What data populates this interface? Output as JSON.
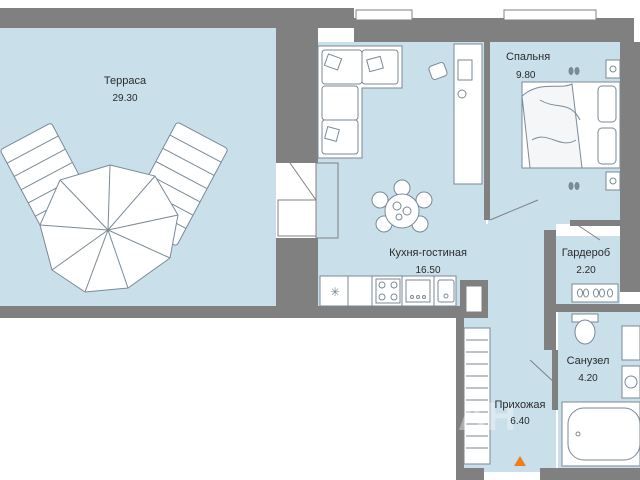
{
  "rooms": [
    {
      "id": "terrace",
      "name": "Терраса",
      "area": "29.30"
    },
    {
      "id": "bedroom",
      "name": "Спальня",
      "area": "9.80"
    },
    {
      "id": "kitchen",
      "name": "Кухня-гостиная",
      "area": "16.50"
    },
    {
      "id": "wardrobe",
      "name": "Гардероб",
      "area": "2.20"
    },
    {
      "id": "bathroom",
      "name": "Санузел",
      "area": "4.20"
    },
    {
      "id": "hallway",
      "name": "Прихожая",
      "area": "6.40"
    }
  ],
  "watermark": "ЦИАН",
  "colors": {
    "floor": "#c9dfea",
    "wall": "#808080",
    "window": "#ffffff",
    "entrance_marker": "#f07d1a",
    "furniture_fill": "#ffffff",
    "furniture_stroke": "#7a8a96"
  },
  "icons": [
    "umbrella-icon",
    "sunbed-icon",
    "sofa-icon",
    "table-chairs-icon",
    "bed-icon",
    "toilet-icon",
    "bathtub-icon",
    "sink-icon",
    "stove-icon",
    "shoe-rack-icon",
    "entrance-arrow-icon"
  ]
}
